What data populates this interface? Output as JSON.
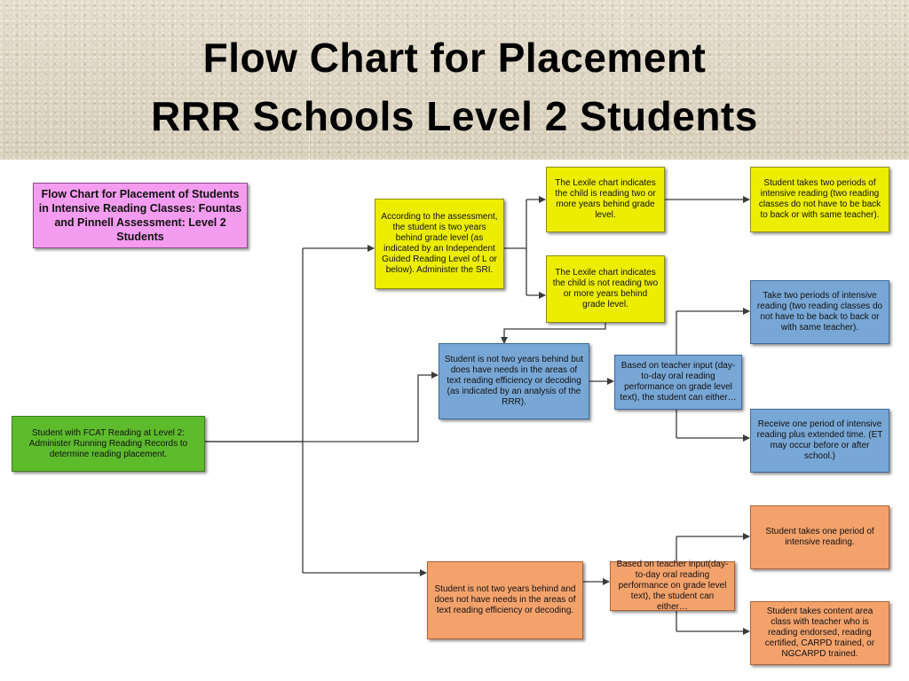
{
  "slide": {
    "title_line1": "Flow Chart for Placement",
    "title_line2": "RRR Schools Level 2 Students"
  },
  "nodes": {
    "legend": "Flow Chart for Placement of Students in Intensive Reading Classes: Fountas and Pinnell Assessment: Level 2 Students",
    "start": "Student with FCAT Reading at Level 2: Administer Running Reading Records to determine reading placement.",
    "two_years_behind": "According to the assessment, the student is two years behind grade level (as indicated by an Independent Guided Reading Level of L or below). Administer the SRI.",
    "lexile_two_or_more": "The Lexile chart indicates the child is reading two or more years behind grade level.",
    "two_periods_a": "Student takes two periods of intensive reading (two reading classes do not have to be back to back or with same teacher).",
    "lexile_not_two": "The Lexile chart indicates the child is not reading two or more years behind grade level.",
    "needs_fluency": "Student is not two years behind but does have needs in the areas of text reading efficiency or decoding (as indicated by an analysis of the RRR).",
    "teacher_input_blue": "Based on teacher input (day-to-day oral reading performance on grade level text), the student can either…",
    "two_periods_b": "Take two periods of intensive reading (two reading classes do not have to be back to back or with same teacher).",
    "one_period_et": "Receive one period of intensive reading plus extended time. (ET may occur before or after school.)",
    "no_needs": "Student is not two years behind and does not have needs in the areas of text reading efficiency or decoding.",
    "teacher_input_orange": "Based on teacher input(day-to-day oral reading performance on grade level text), the student can either…",
    "one_period": "Student takes one period of intensive reading.",
    "content_area": "Student takes content area class with teacher who is reading endorsed, reading certified, CARPD trained, or NGCARPD trained."
  },
  "colors": {
    "pink": "#f49cf0",
    "green": "#5dbb2c",
    "yellow": "#eded00",
    "blue": "#78a7d6",
    "orange": "#f4a26c",
    "connector": "#3a3a3a"
  }
}
